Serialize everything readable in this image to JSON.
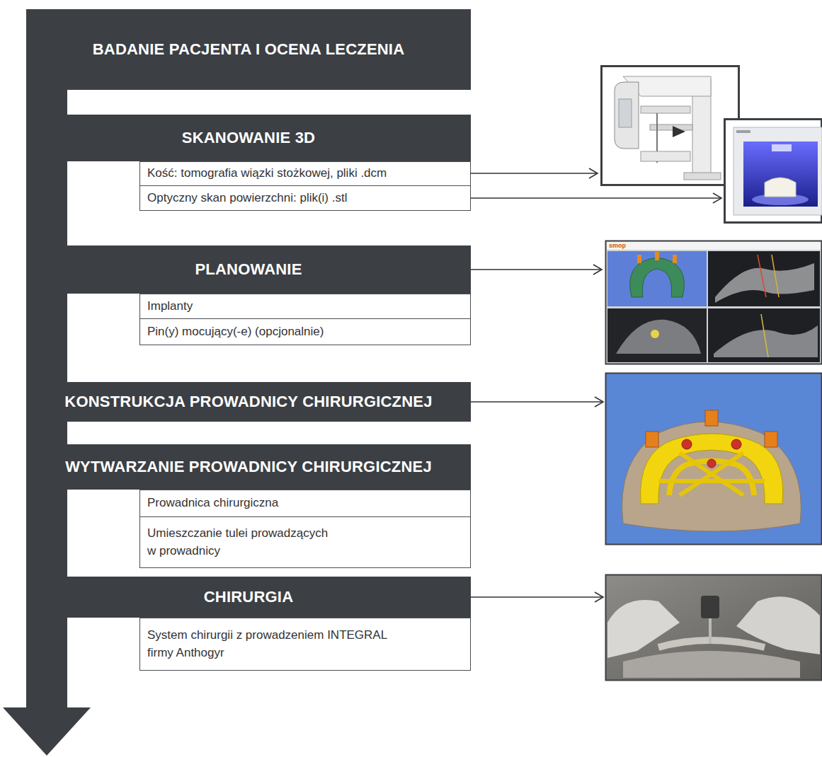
{
  "diagram": {
    "nodes": [
      {
        "text": [
          "BADANIE PACJENTA I OCENA LECZENIA"
        ]
      },
      {
        "text": [
          "SKANOWANIE 3D"
        ]
      },
      {
        "text": [
          "Kość: tomografia wiązki stożkowej, pliki .dcm"
        ]
      },
      {
        "text": [
          "Optyczny skan powierzchni: plik(i) .stl"
        ]
      },
      {
        "text": [
          "PLANOWANIE"
        ]
      },
      {
        "text": [
          "Implanty"
        ]
      },
      {
        "text": [
          "Pin(y) mocujący(-e) (opcjonalnie)"
        ]
      },
      {
        "text": [
          "KONSTRUKCJA PROWADNICY CHIRURGICZNEJ"
        ]
      },
      {
        "text": [
          "WYTWARZANIE PROWADNICY CHIRURGICZNEJ"
        ]
      },
      {
        "text": [
          "Prowadnica chirurgiczna"
        ]
      },
      {
        "text": [
          "Umieszczanie tulei prowadzących w prowadnicy"
        ]
      },
      {
        "text": [
          "CHIRURGIA"
        ]
      },
      {
        "text": [
          "System chirurgii z prowadzeniem INTEGRAL firmy Anthogyr"
        ]
      }
    ],
    "labels": [
      "smop"
    ]
  }
}
